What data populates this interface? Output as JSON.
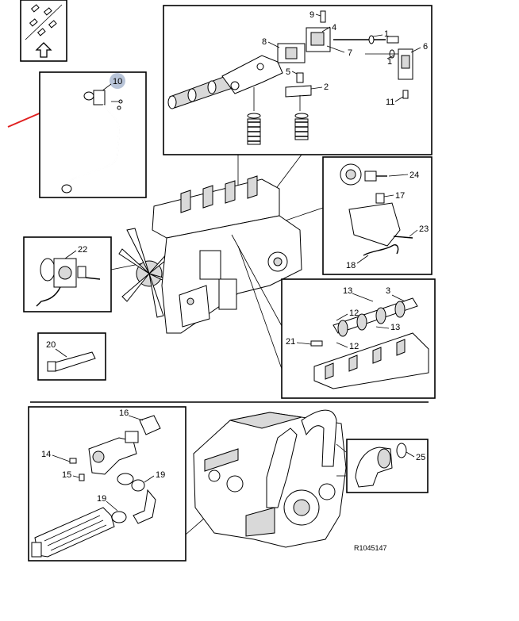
{
  "callouts": {
    "c1a": "1",
    "c1b": "1",
    "c2": "2",
    "c3": "3",
    "c4": "4",
    "c5": "5",
    "c6": "6",
    "c7": "7",
    "c8": "8",
    "c9": "9",
    "c10": "10",
    "c11": "11",
    "c12a": "12",
    "c12b": "12",
    "c13a": "13",
    "c13b": "13",
    "c14": "14",
    "c15": "15",
    "c16": "16",
    "c17": "17",
    "c18": "18",
    "c19a": "19",
    "c19b": "19",
    "c20": "20",
    "c21": "21",
    "c22": "22",
    "c23": "23",
    "c24": "24",
    "c25": "25"
  },
  "reference": "R1045147",
  "colors": {
    "highlight_circle": "#b8c4d8",
    "pointer_arrow": "#e02020"
  },
  "icons": {
    "nav": "up-arrow-icon",
    "thumbnail": "exploded-parts-thumbnail-icon"
  }
}
